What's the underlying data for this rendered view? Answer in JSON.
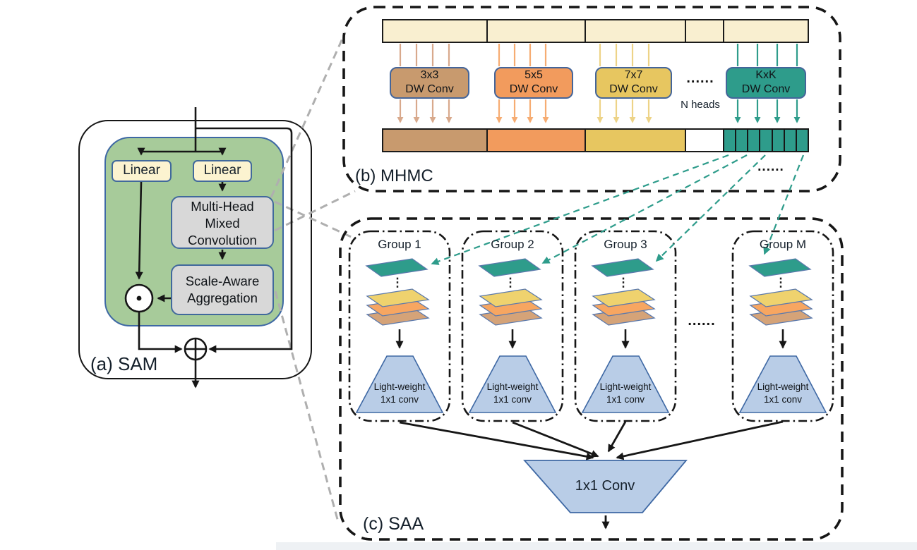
{
  "colors": {
    "green_bg": "#A7CB9A",
    "steel_blue_border": "#3E68A4",
    "box_border_blue": "#41699C",
    "cream": "#F9EFD0",
    "linear_fill": "#FCF3D0",
    "gray_box": "#D8D8D8",
    "tan": "#C89A6E",
    "tan_arrow": "#D8A98C",
    "orange": "#F29B5D",
    "orange_arrow": "#F6AC72",
    "yellow": "#E7C660",
    "yellow_arrow": "#EDD387",
    "teal": "#2E9C8B",
    "blue_fill": "#B9CDE7",
    "blue_border": "#3E68A4",
    "plane_yellow": "#EFD26E",
    "plane_orange": "#F7A661",
    "plane_tan": "#D5A378",
    "gray_dash": "#AFAFAF",
    "near_black": "#161616",
    "white": "#FFFFFF"
  },
  "panel_a": {
    "label": "(a) SAM",
    "linear_left": "Linear",
    "linear_right": "Linear",
    "mhmc": [
      "Multi-Head",
      "Mixed",
      "Convolution"
    ],
    "saa": [
      "Scale-Aware",
      "Aggregation"
    ]
  },
  "panel_b": {
    "label": "(b) MHMC",
    "dots_mid": "......",
    "n_heads": "N heads",
    "dots_below": "......",
    "conv_boxes": [
      {
        "kernel": "3x3",
        "type": "DW Conv"
      },
      {
        "kernel": "5x5",
        "type": "DW Conv"
      },
      {
        "kernel": "7x7",
        "type": "DW Conv"
      },
      {
        "kernel": "KxK",
        "type": "DW Conv"
      }
    ]
  },
  "panel_c": {
    "label": "(c) SAA",
    "dots_between_groups": "......",
    "groups": [
      {
        "label": "Group 1",
        "dots": "⋮",
        "conv": [
          "Light-weight",
          "1x1 conv"
        ]
      },
      {
        "label": "Group 2",
        "dots": "⋮",
        "conv": [
          "Light-weight",
          "1x1 conv"
        ]
      },
      {
        "label": "Group 3",
        "dots": "⋮",
        "conv": [
          "Light-weight",
          "1x1 conv"
        ]
      },
      {
        "label": "Group M",
        "dots": "⋮",
        "conv": [
          "Light-weight",
          "1x1 conv"
        ]
      }
    ],
    "final_conv": "1x1 Conv"
  }
}
